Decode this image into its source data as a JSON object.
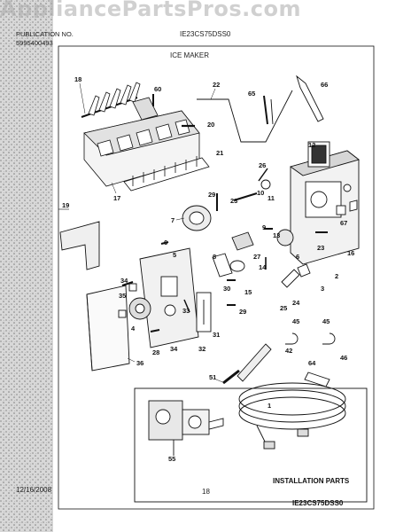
{
  "watermark": "AppliancePartsPros.com",
  "header": {
    "publication_label": "PUBLICATION NO.",
    "publication_no": "5995400493",
    "model": "IE23CS75DSS0",
    "section": "ICE MAKER"
  },
  "box_label": "INSTALLATION PARTS",
  "model_footer": "IE23CS75DSS0",
  "footer": {
    "date": "12/16/2008",
    "page": "18"
  },
  "callouts": [
    "18",
    "60",
    "22",
    "65",
    "66",
    "20",
    "21",
    "17",
    "12",
    "26",
    "10",
    "11",
    "29",
    "23",
    "19",
    "7",
    "9",
    "13",
    "67",
    "6",
    "5",
    "8",
    "27",
    "14",
    "16",
    "34",
    "35",
    "30",
    "15",
    "2",
    "3",
    "4",
    "33",
    "31",
    "29",
    "25",
    "24",
    "28",
    "34",
    "32",
    "36",
    "45",
    "45",
    "42",
    "46",
    "64",
    "51",
    "1",
    "55",
    "23",
    "6"
  ],
  "colors": {
    "ink": "#111111",
    "shade": "#c9c9c9",
    "stipple": "#8a8a8a"
  }
}
